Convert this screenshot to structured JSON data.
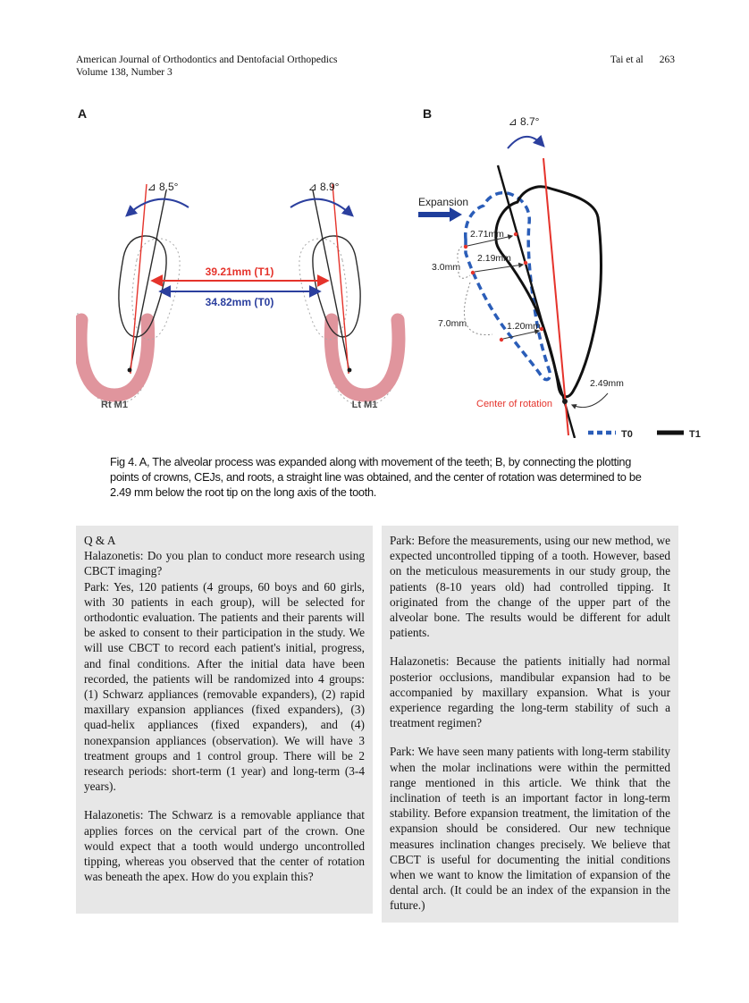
{
  "header": {
    "journal_title": "American Journal of Orthodontics and Dentofacial Orthopedics",
    "volume": "Volume 138, Number 3",
    "citation": "Tai et al",
    "page_number": "263"
  },
  "figure": {
    "panel_a": {
      "label": "A",
      "left_angle": "⊿ 8.5°",
      "right_angle": "⊿ 8.9°",
      "distance_t1": "39.21mm (T1)",
      "distance_t0": "34.82mm (T0)",
      "left_tooth": "Rt M1",
      "right_tooth": "Lt M1"
    },
    "panel_b": {
      "label": "B",
      "angle": "⊿ 8.7°",
      "expansion_label": "Expansion",
      "m_271": "2.71mm",
      "m_30": "3.0mm",
      "m_219": "2.19mm",
      "m_70": "7.0mm",
      "m_120": "1.20mm",
      "m_249": "2.49mm",
      "center_label": "Center of rotation",
      "legend_t0": "T0",
      "legend_t1": "T1"
    },
    "colors": {
      "t1_red": "#e5332b",
      "t0_blue": "#2b3f9e",
      "dashed_blue": "#2a5db8",
      "gum_pink": "#e0959d",
      "expansion_arrow": "#1f3e9c"
    }
  },
  "caption": {
    "label": "Fig 4.",
    "text": "A, The alveolar process was expanded along with movement of the teeth; B, by connecting the plotting points of crowns, CEJs, and roots, a straight line was obtained, and the center of rotation was determined to be 2.49 mm below the root tip on the long axis of the tooth."
  },
  "qa": {
    "heading": "Q & A",
    "left_paragraphs": [
      "Halazonetis: Do you plan to conduct more research using CBCT imaging?",
      "Park: Yes, 120 patients (4 groups, 60 boys and 60 girls, with 30 patients in each group), will be selected for orthodontic evaluation. The patients and their parents will be asked to consent to their participation in the study. We will use CBCT to record each patient's initial, progress, and final conditions. After the initial data have been recorded, the patients will be randomized into 4 groups: (1) Schwarz appliances (removable expanders), (2) rapid maxillary expansion appliances (fixed expanders), (3) quad-helix appliances (fixed expanders), and (4) nonexpansion appliances (observation). We will have 3 treatment groups and 1 control group. There will be 2 research periods: short-term (1 year) and long-term (3-4 years).",
      "Halazonetis: The Schwarz is a removable appliance that applies forces on the cervical part of the crown. One would expect that a tooth would undergo uncontrolled tipping, whereas you observed that the center of rotation was beneath the apex. How do you explain this?"
    ],
    "right_paragraphs": [
      "Park: Before the measurements, using our new method, we expected uncontrolled tipping of a tooth. However, based on the meticulous measurements in our study group, the patients (8-10 years old) had controlled tipping. It originated from the change of the upper part of the alveolar bone. The results would be different for adult patients.",
      "Halazonetis: Because the patients initially had normal posterior occlusions, mandibular expansion had to be accompanied by maxillary expansion. What is your experience regarding the long-term stability of such a treatment regimen?",
      "Park: We have seen many patients with long-term stability when the molar inclinations were within the permitted range mentioned in this article. We think that the inclination of teeth is an important factor in long-term stability. Before expansion treatment, the limitation of the expansion should be considered. Our new technique measures inclination changes precisely. We believe that CBCT is useful for documenting the initial conditions when we want to know the limitation of expansion of the dental arch. (It could be an index of the expansion in the future.)"
    ]
  }
}
